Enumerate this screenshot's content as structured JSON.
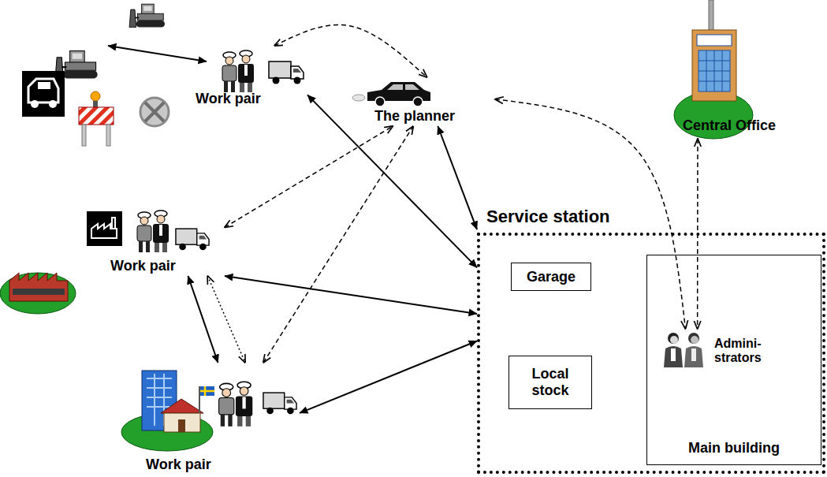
{
  "diagram": {
    "nodes": [
      {
        "text": [
          "Work pair"
        ]
      },
      {
        "text": [
          "The planner"
        ]
      },
      {
        "text": [
          "Central Office"
        ]
      },
      {
        "text": [
          "Work pair"
        ]
      },
      {
        "text": [
          "Service station"
        ]
      },
      {
        "text": [
          "Garage"
        ],
        "in": 4
      },
      {
        "text": [
          "Main building"
        ],
        "in": 4
      },
      {
        "text": [
          "Admini- strators"
        ],
        "in": 6
      },
      {
        "text": [
          "Local stock"
        ],
        "in": 4
      },
      {
        "text": [
          "Work pair"
        ]
      }
    ],
    "edges": [
      {
        "from": 0,
        "to": 1,
        "arrow": "both"
      },
      {
        "from": 0,
        "to": 4,
        "arrow": "both"
      },
      {
        "from": 1,
        "to": 4,
        "arrow": "both"
      },
      {
        "from": 1,
        "to": 7,
        "arrow": "both"
      },
      {
        "from": 2,
        "to": 7,
        "arrow": "both"
      },
      {
        "from": 3,
        "to": 1,
        "arrow": "both"
      },
      {
        "from": 3,
        "to": 4,
        "arrow": "both"
      },
      {
        "from": 3,
        "to": 9,
        "arrow": "both"
      },
      {
        "from": 3,
        "to": 9,
        "arrow": "both"
      },
      {
        "from": 9,
        "to": 1,
        "arrow": "both"
      },
      {
        "from": 9,
        "to": 4,
        "arrow": "both"
      }
    ]
  }
}
